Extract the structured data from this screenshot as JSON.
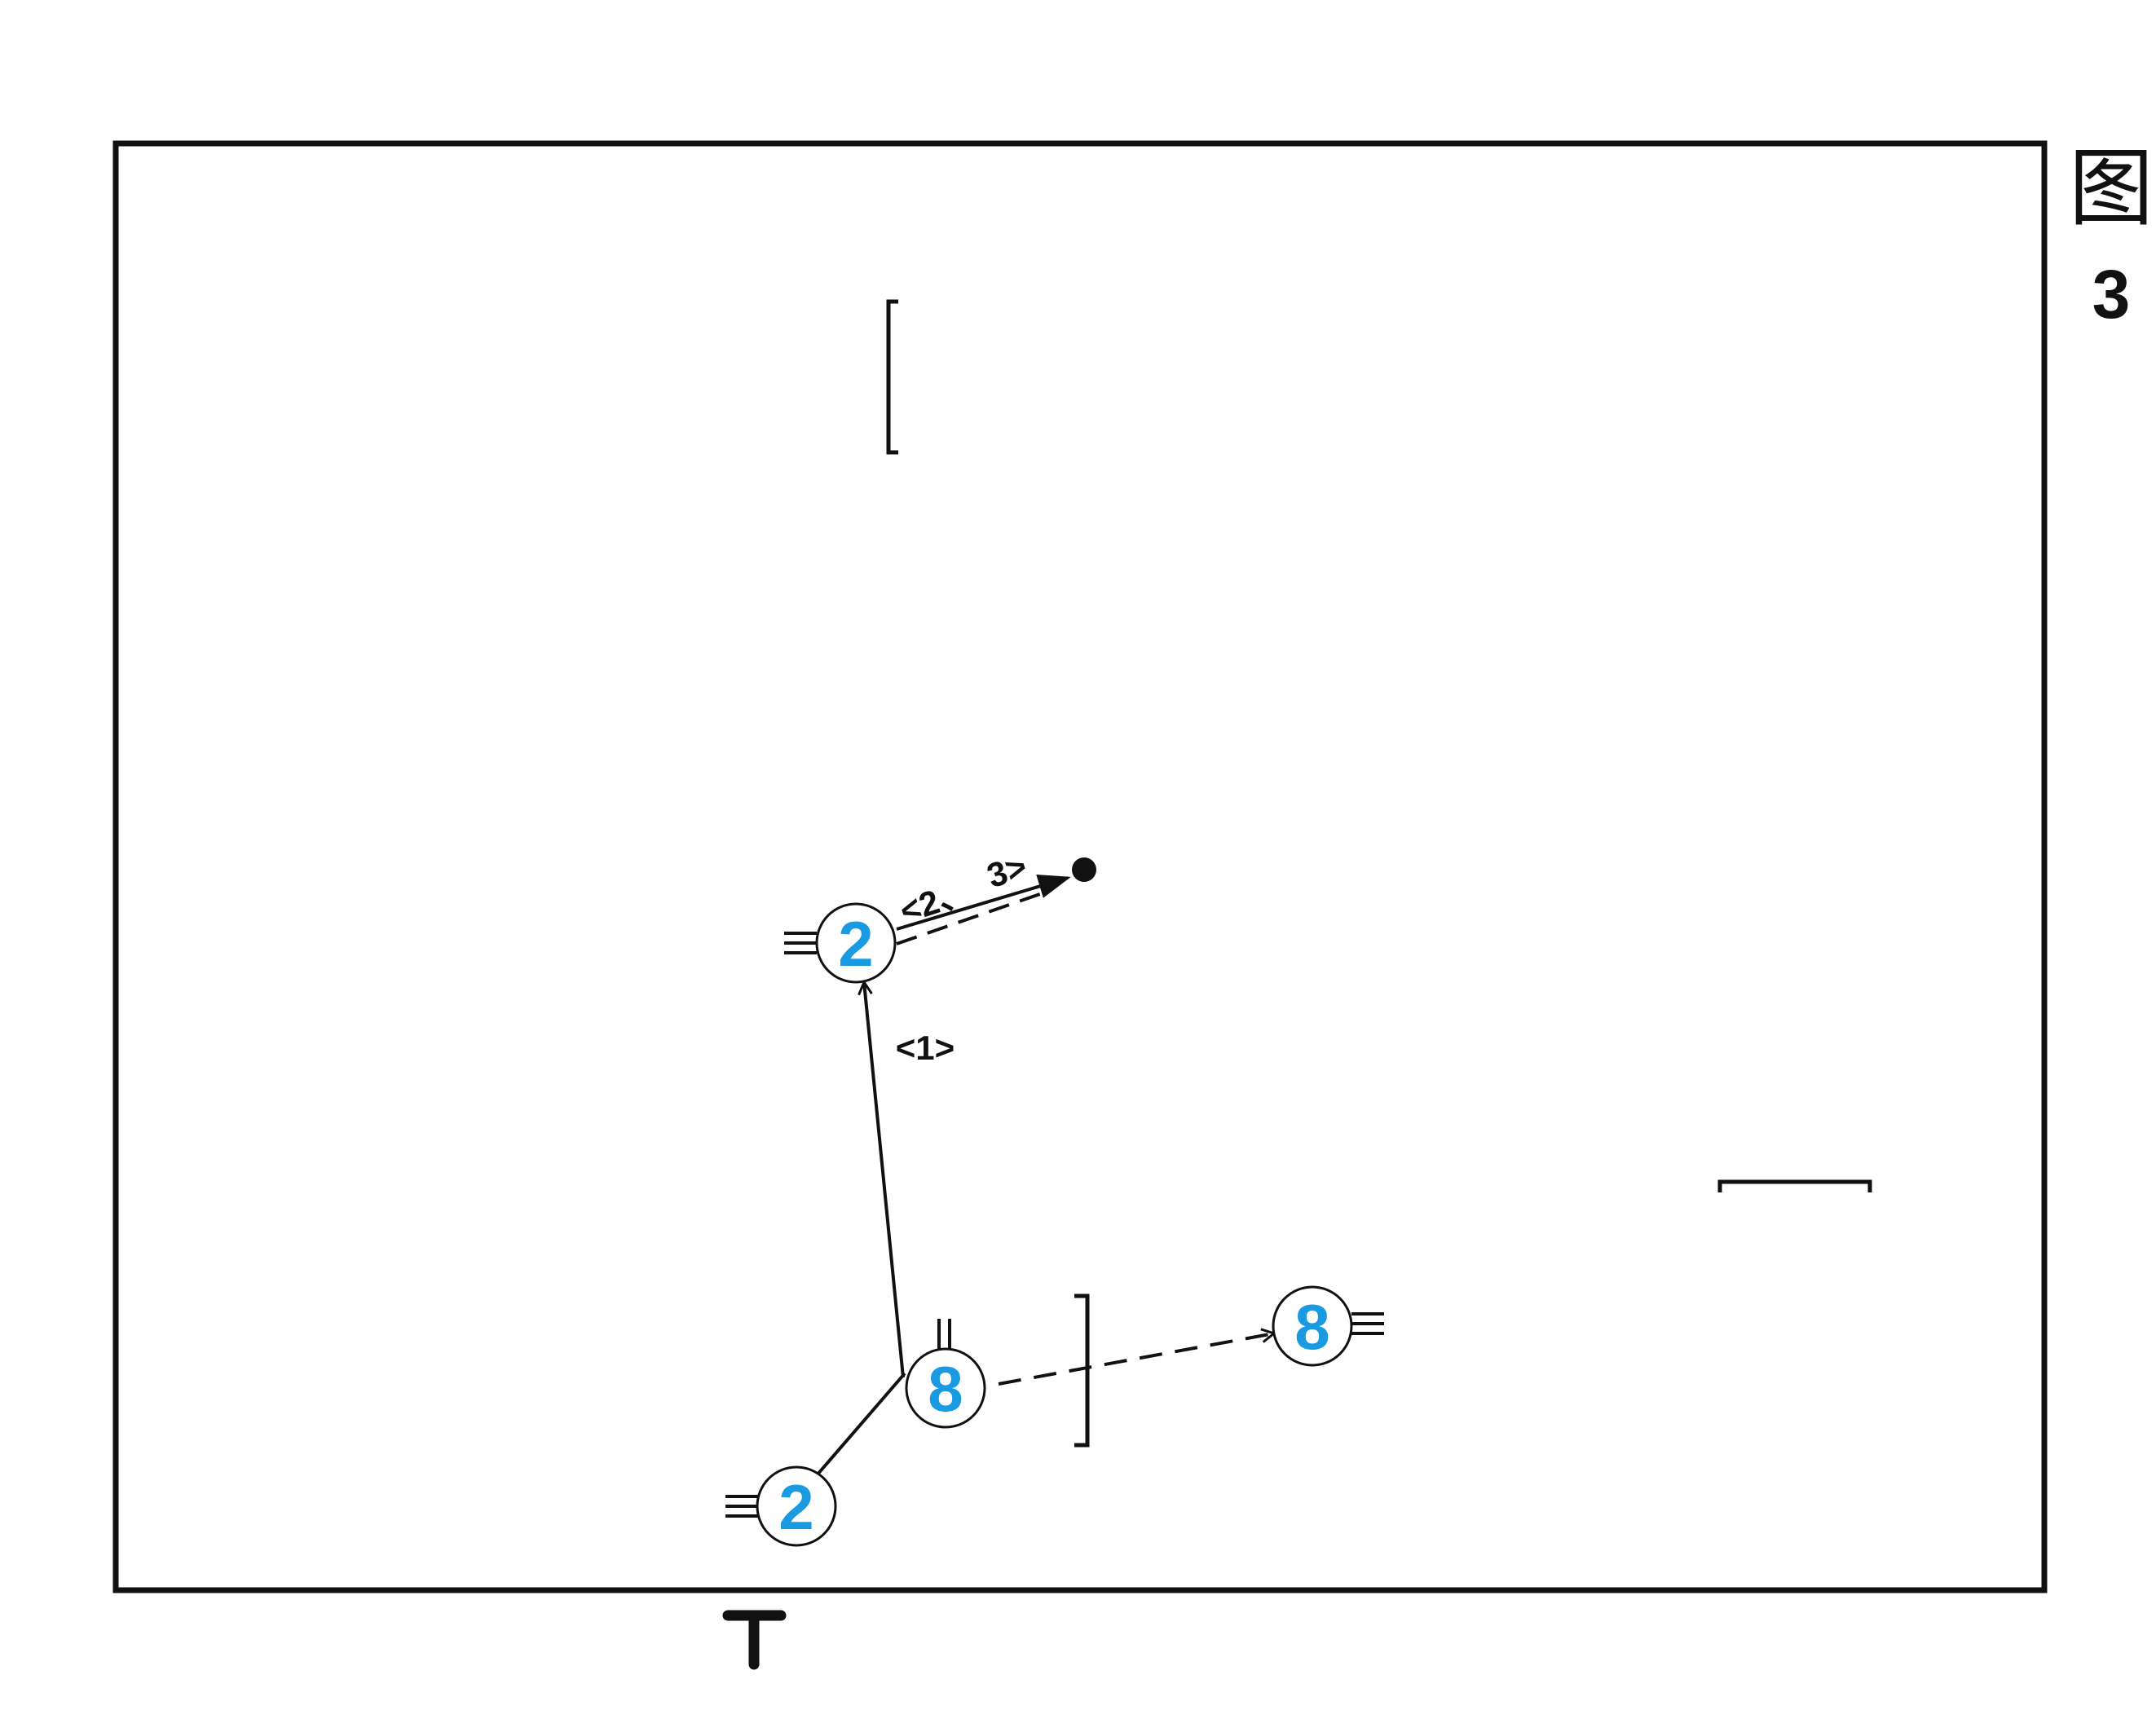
{
  "figure": {
    "title_char": "图",
    "number": "3"
  },
  "players": [
    {
      "id": "p2_top",
      "number": "2"
    },
    {
      "id": "p2_bottom",
      "number": "2"
    },
    {
      "id": "p8_center",
      "number": "8"
    },
    {
      "id": "p8_right",
      "number": "8"
    }
  ],
  "labels": {
    "step1": "<1>",
    "step2": "<2、",
    "step3": "3>"
  },
  "colors": {
    "player_number": "#1a9ae0",
    "line": "#111111",
    "background": "#ffffff"
  },
  "icons": {
    "player": "circle-player-icon",
    "target": "ball-dot-icon",
    "basket": "t-marker-icon"
  }
}
